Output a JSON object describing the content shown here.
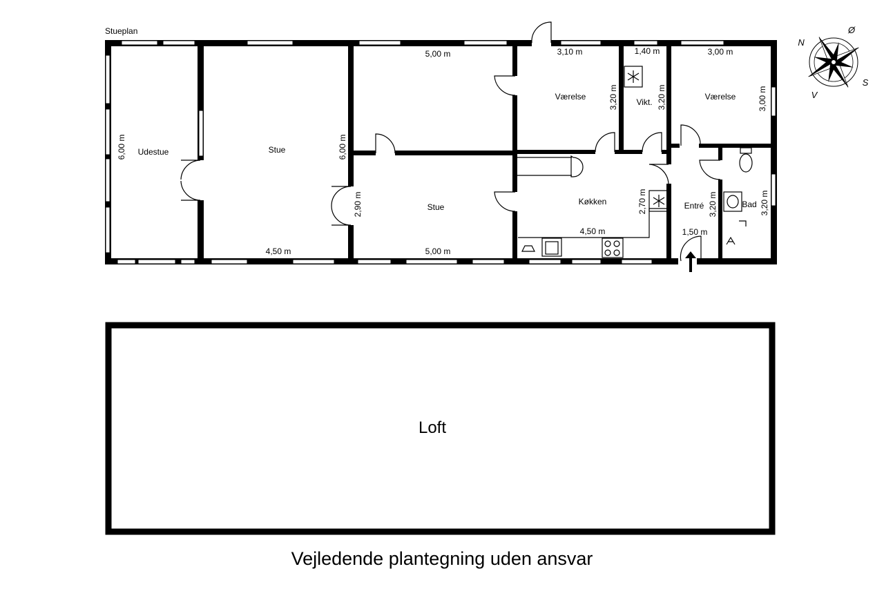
{
  "plan_title": "Stueplan",
  "rooms": {
    "udestue": "Udestue",
    "stue_left": "Stue",
    "stue_mid": "Stue",
    "vaerelse_1": "Værelse",
    "vikt": "Vikt.",
    "vaerelse_2": "Værelse",
    "koekken": "Køkken",
    "entre": "Entré",
    "bad": "Bad",
    "loft": "Loft"
  },
  "dimensions": {
    "udestue_h": "6,00 m",
    "stue_left_w": "4,50 m",
    "stue_left_h": "6,00 m",
    "room_top_w": "5,00 m",
    "stue_mid_w": "5,00 m",
    "stue_mid_h": "2,90 m",
    "vaerelse_1_w": "3,10 m",
    "vaerelse_1_h": "3,20 m",
    "vikt_w": "1,40 m",
    "vikt_h": "3,20 m",
    "vaerelse_2_w": "3,00 m",
    "vaerelse_2_h": "3,00 m",
    "koekken_w": "4,50 m",
    "koekken_h": "2,70 m",
    "entre_w": "1,50 m",
    "entre_h": "3,20 m",
    "bad_h": "3,20 m"
  },
  "compass": {
    "n": "N",
    "o": "Ø",
    "s": "S",
    "v": "V"
  },
  "caption": "Vejledende plantegning uden ansvar"
}
